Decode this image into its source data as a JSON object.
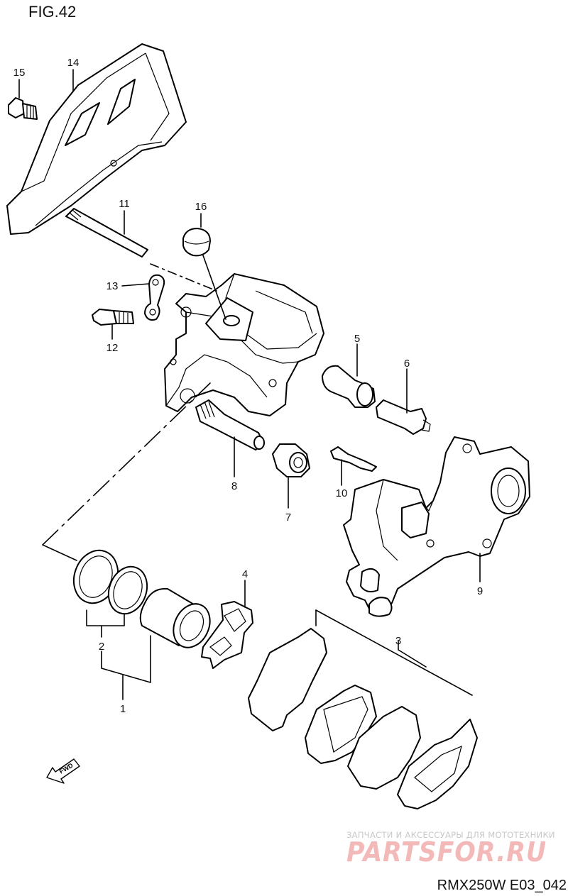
{
  "figure_title": "FIG.42",
  "diagram_code": "RMX250W E03_042",
  "fwd_label": "FWD",
  "watermark": {
    "tagline": "ЗАПЧАСТИ И АКСЕССУАРЫ ДЛЯ МОТОТЕХНИКИ",
    "brand": "PARTSFOR.RU"
  },
  "callouts": [
    {
      "id": "1",
      "text": "1"
    },
    {
      "id": "2",
      "text": "2"
    },
    {
      "id": "3",
      "text": "3"
    },
    {
      "id": "4",
      "text": "4"
    },
    {
      "id": "5",
      "text": "5"
    },
    {
      "id": "6",
      "text": "6"
    },
    {
      "id": "7",
      "text": "7"
    },
    {
      "id": "8",
      "text": "8"
    },
    {
      "id": "9",
      "text": "9"
    },
    {
      "id": "10",
      "text": "10"
    },
    {
      "id": "11",
      "text": "11"
    },
    {
      "id": "12",
      "text": "12"
    },
    {
      "id": "13",
      "text": "13"
    },
    {
      "id": "14",
      "text": "14"
    },
    {
      "id": "15",
      "text": "15"
    },
    {
      "id": "16",
      "text": "16"
    }
  ]
}
